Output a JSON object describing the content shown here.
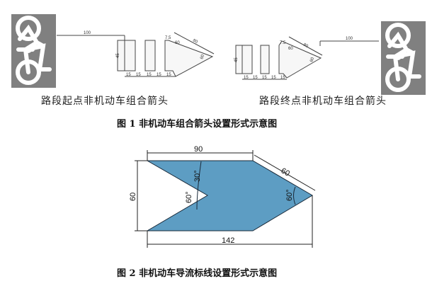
{
  "figure1": {
    "title": "图 1 非机动车组合箭头设置形式示意图",
    "left": {
      "caption": "路段起点非机动车组合箭头",
      "dims": {
        "spacing": "100",
        "height": "45",
        "segments": [
          "15",
          "15",
          "15",
          "15",
          "15"
        ],
        "edge": "80",
        "angle_top": "60",
        "angle_tip": "60",
        "offset": "7.5"
      }
    },
    "right": {
      "caption": "路段终点非机动车组合箭头",
      "dims": {
        "spacing": "100",
        "height": "45",
        "segments": [
          "15",
          "15",
          "15",
          "15",
          "15"
        ],
        "edge": "80",
        "angle_top": "60",
        "angle_tip": "60",
        "offset": "7.5"
      }
    }
  },
  "figure2": {
    "title": "图 2 非机动车导流标线设置形式示意图",
    "dims": {
      "top": "90",
      "slant": "60",
      "height": "60",
      "bottom": "142",
      "angle_notch": "60°",
      "angle_inner": "30°",
      "angle_tip": "60°"
    },
    "fill_color": "#5d9dc3"
  }
}
